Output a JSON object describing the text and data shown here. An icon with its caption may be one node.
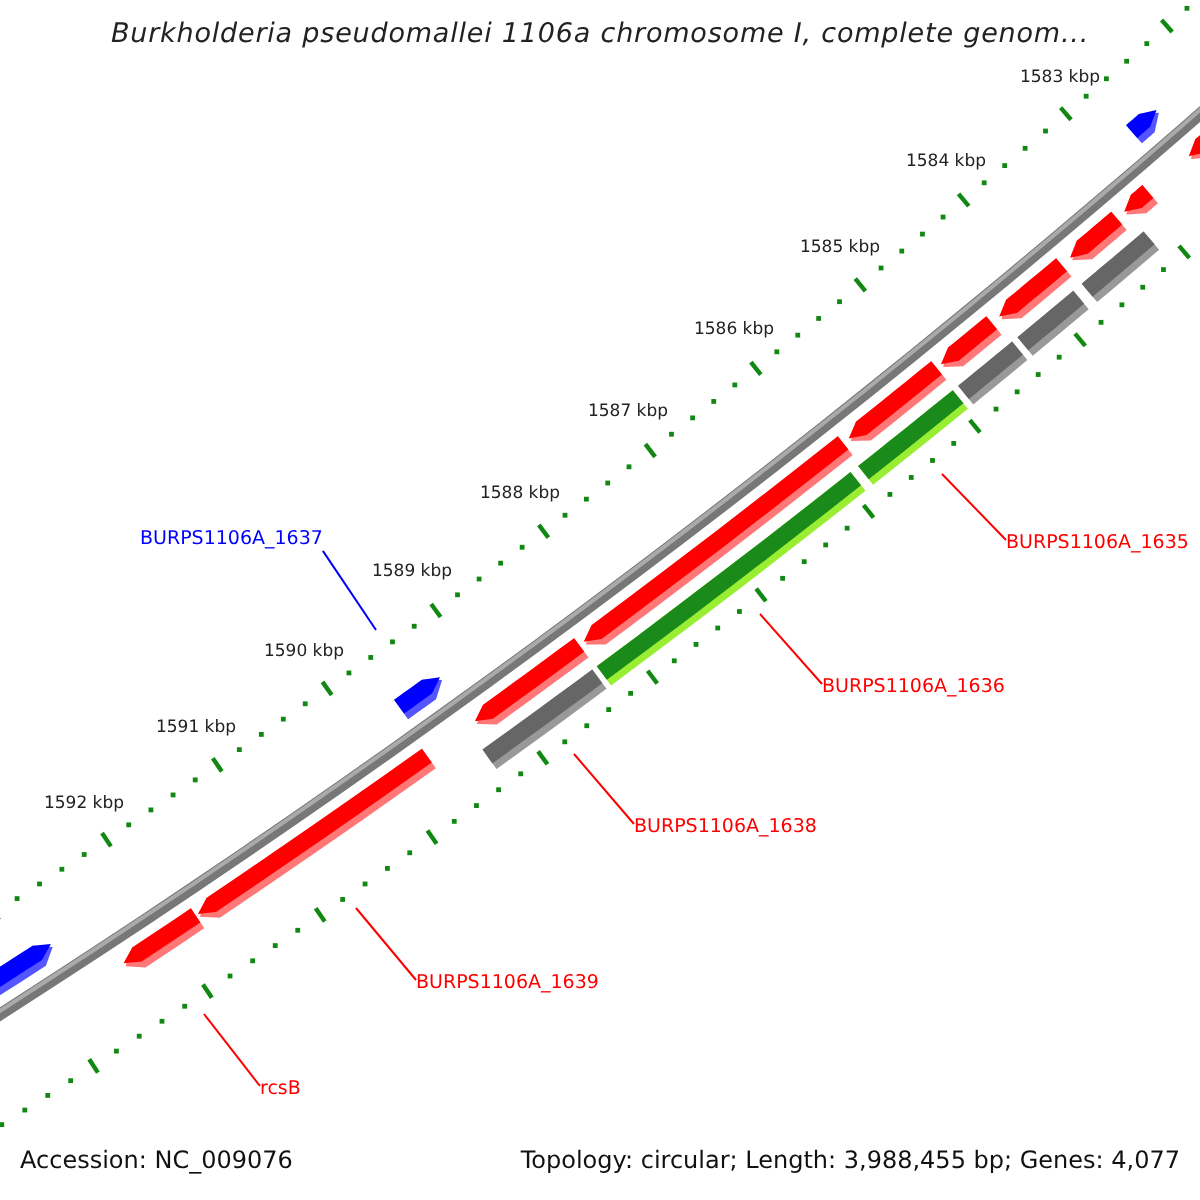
{
  "diagram": {
    "title": "Burkholderia pseudomallei 1106a chromosome I, complete genom...",
    "nodes": [
      {
        "text": [
          "BURPS1106A_1637"
        ]
      },
      {
        "text": [
          "BURPS1106A_1635"
        ]
      },
      {
        "text": [
          "BURPS1106A_1636"
        ]
      },
      {
        "text": [
          "BURPS1106A_1638"
        ]
      },
      {
        "text": [
          "BURPS1106A_1639"
        ]
      },
      {
        "text": [
          "rcsB"
        ]
      }
    ],
    "edges": [
      {
        "from": 0,
        "to": null,
        "arrow": "none",
        "color": "#0000ff"
      },
      {
        "from": 1,
        "to": null,
        "arrow": "none"
      },
      {
        "from": 2,
        "to": null,
        "arrow": "none"
      },
      {
        "from": 3,
        "to": null,
        "arrow": "none"
      },
      {
        "from": 4,
        "to": null,
        "arrow": "none"
      },
      {
        "from": 5,
        "to": null,
        "arrow": "none"
      }
    ],
    "labels": [
      "1583 kbp",
      "1584 kbp",
      "1585 kbp",
      "1586 kbp",
      "1587 kbp",
      "1588 kbp",
      "1589 kbp",
      "1590 kbp",
      "1591 kbp",
      "1592 kbp",
      "Accession: NC_009076",
      "Topology: circular; Length: 3,988,455 bp; Genes: 4,077"
    ]
  }
}
